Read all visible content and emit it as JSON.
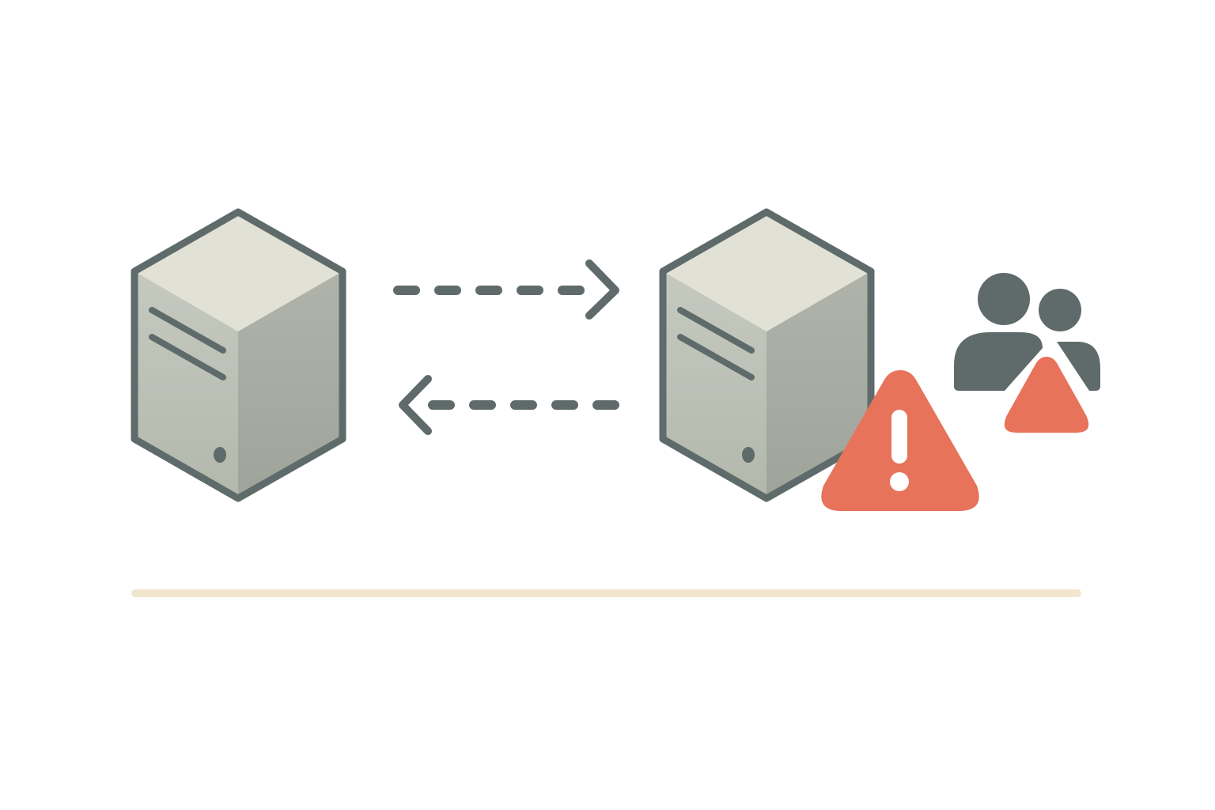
{
  "diagram": {
    "nodes": [
      {
        "id": "server-a",
        "kind": "server",
        "icon": "server-icon"
      },
      {
        "id": "server-b",
        "kind": "server",
        "icon": "server-icon",
        "status": "warning"
      }
    ],
    "links": [
      {
        "from": "server-a",
        "to": "server-b",
        "style": "dashed",
        "icon": "arrow-right-icon"
      },
      {
        "from": "server-b",
        "to": "server-a",
        "style": "dashed",
        "icon": "arrow-left-icon"
      }
    ],
    "badges": [
      {
        "attached_to": "server-b",
        "icon": "warning-triangle-icon",
        "glyph": "!"
      },
      {
        "attached_to": "users",
        "icon": "warning-triangle-icon"
      }
    ],
    "users": {
      "icon": "users-icon",
      "count": 2
    }
  },
  "colors": {
    "outline": "#5f6b6a",
    "server_top": "#e2e1d6",
    "server_left": "#bec2b8",
    "server_right": "#a8ada4",
    "warning": "#e8735b",
    "warning_glyph": "#ffffff",
    "baseline": "#f2e6cf",
    "background": "#ffffff"
  }
}
